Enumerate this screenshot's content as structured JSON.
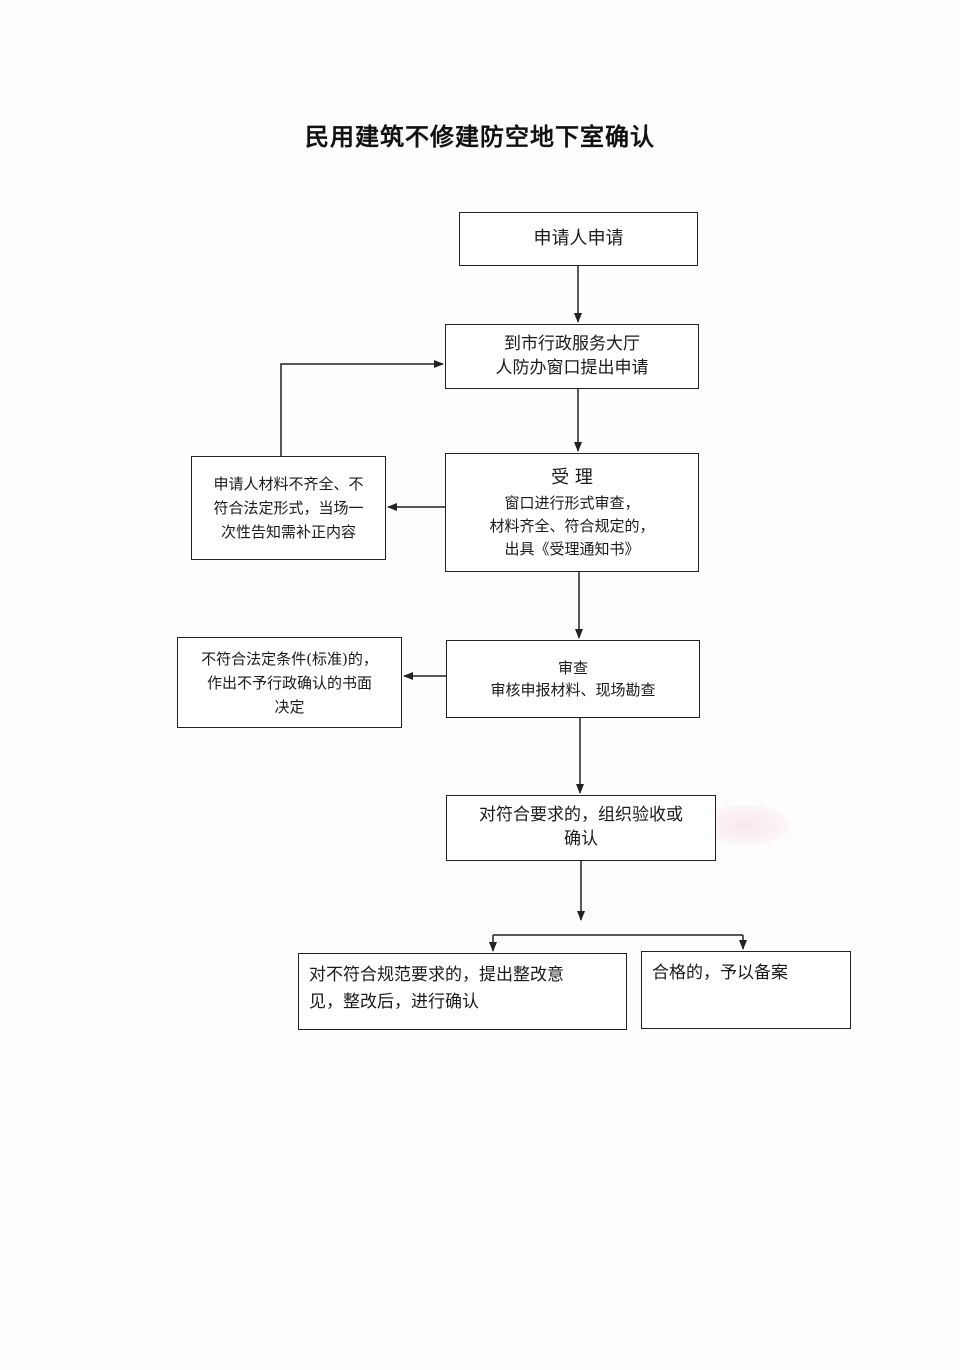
{
  "title": "民用建筑不修建防空地下室确认",
  "nodes": {
    "apply": {
      "lines": [
        "申请人申请"
      ]
    },
    "submit": {
      "lines": [
        "到市行政服务大厅",
        "人防办窗口提出申请"
      ]
    },
    "accept": {
      "heading": "受 理",
      "lines": [
        "窗口进行形式审查，",
        "材料齐全、符合规定的，",
        "出具《受理通知书》"
      ]
    },
    "incomplete": {
      "lines": [
        "申请人材料不齐全、不",
        "符合法定形式，当场一",
        "次性告知需补正内容"
      ]
    },
    "review": {
      "heading": "审查",
      "lines": [
        "审核申报材料、现场勘查"
      ]
    },
    "reject": {
      "lines": [
        "不符合法定条件(标准)的，",
        "作出不予行政确认的书面",
        "决定"
      ]
    },
    "confirm": {
      "lines": [
        "对符合要求的，组织验收或",
        "确认"
      ]
    },
    "rectify": {
      "lines": [
        "对不符合规范要求的，提出整改意",
        "见，整改后，进行确认"
      ]
    },
    "qualified": {
      "lines": [
        "合格的，予以备案"
      ]
    }
  },
  "colors": {
    "line": "#222222",
    "paper": "#fdfdfd"
  }
}
